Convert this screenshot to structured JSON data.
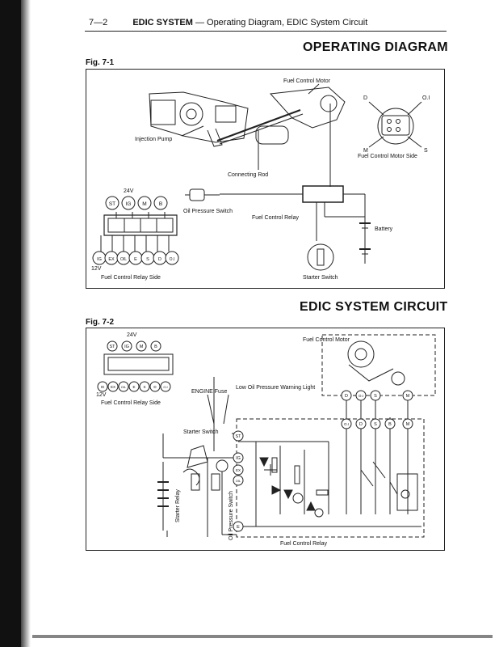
{
  "header": {
    "page_number": "7—2",
    "section": "EDIC SYSTEM",
    "subtitle": "— Operating Diagram, EDIC System Circuit"
  },
  "operating_diagram": {
    "title": "OPERATING DIAGRAM",
    "fig_label": "Fig. 7-1",
    "labels": {
      "fuel_control_motor": "Fuel Control Motor",
      "injection_pump": "Injection Pump",
      "connecting_rod": "Connecting Rod",
      "oil_pressure_switch": "Oil Pressure Switch",
      "fuel_control_relay": "Fuel Control Relay",
      "battery": "Battery",
      "starter_switch": "Starter Switch",
      "fuel_control_relay_side": "Fuel Control Relay Side",
      "fuel_control_motor_side": "Fuel Control Motor Side",
      "v24": "24V",
      "v12": "12V"
    },
    "top_pins": [
      "ST",
      "IG",
      "M",
      "B"
    ],
    "bottom_pins": [
      "IG",
      "EX",
      "OIL",
      "E",
      "S",
      "D",
      "O.I"
    ],
    "motor_pins": [
      "D",
      "O.I",
      "M",
      "S"
    ]
  },
  "edic_circuit": {
    "title": "EDIC SYSTEM CIRCUIT",
    "fig_label": "Fig. 7-2",
    "labels": {
      "fuel_control_motor": "Fuel Control Motor",
      "engine_fuse": "ENGINE Fuse",
      "low_oil_pressure_warning_light": "Low Oil Pressure Warning Light",
      "starter_switch": "Starter Switch",
      "starter_relay": "Starter Relay",
      "oil_pressure_switch": "Oil Pressure Switch",
      "fuel_control_relay": "Fuel Control Relay",
      "fuel_control_relay_side": "Fuel Control Relay Side",
      "v24": "24V",
      "v12": "12V"
    },
    "top_pins": [
      "ST",
      "IG",
      "M",
      "B"
    ],
    "bottom_pins": [
      "IG",
      "EX",
      "OIL",
      "E",
      "S",
      "D",
      "O.I"
    ],
    "motor_terminals": [
      "D",
      "O.I",
      "S",
      "M"
    ],
    "relay_terminals": [
      "O.I",
      "D",
      "S",
      "B",
      "M"
    ],
    "left_terminals": [
      "ST",
      "IG",
      "EX",
      "OIL",
      "E"
    ]
  }
}
